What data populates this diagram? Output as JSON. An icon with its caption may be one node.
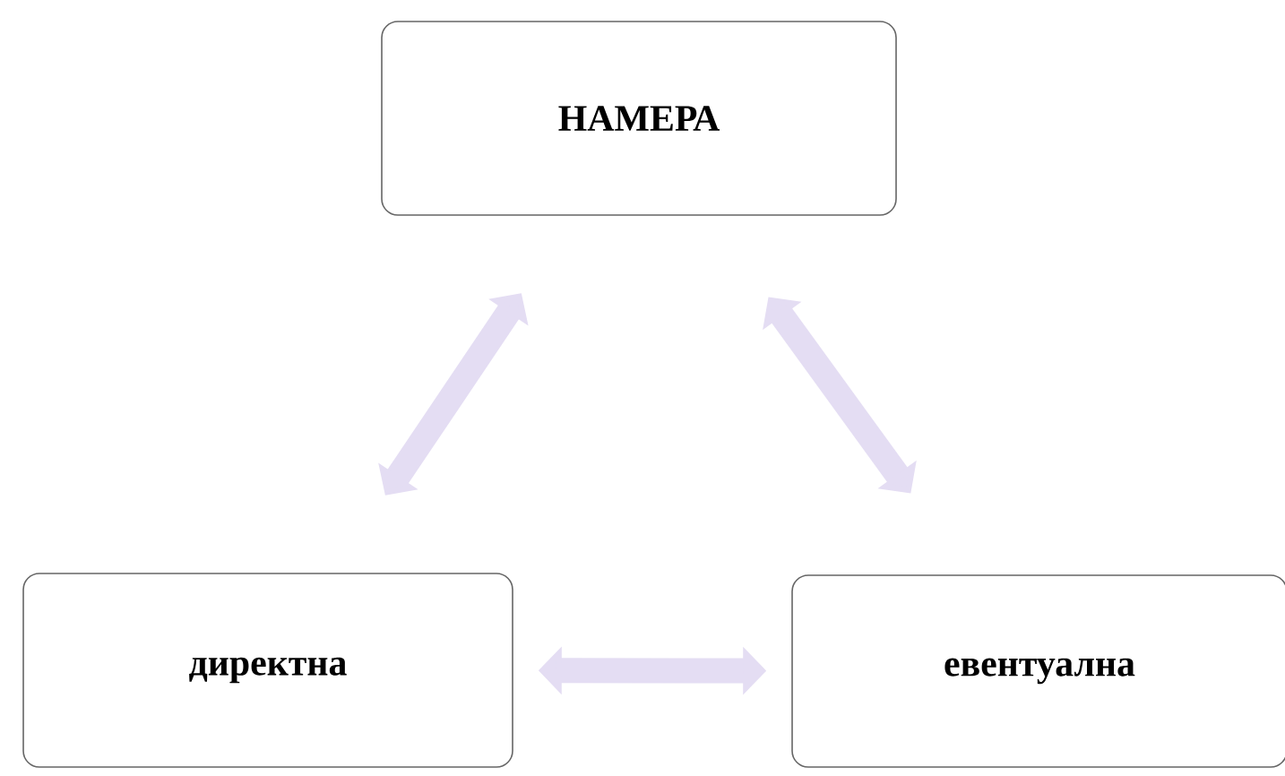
{
  "diagram": {
    "nodes": [
      {
        "text": [
          "НАМЕРА"
        ]
      },
      {
        "text": [
          "директна"
        ]
      },
      {
        "text": [
          "евентуална"
        ]
      }
    ],
    "edges": [
      {
        "from": 0,
        "to": 1,
        "arrow": "both"
      },
      {
        "from": 0,
        "to": 2,
        "arrow": "both"
      },
      {
        "from": 1,
        "to": 2,
        "arrow": "both"
      }
    ]
  }
}
